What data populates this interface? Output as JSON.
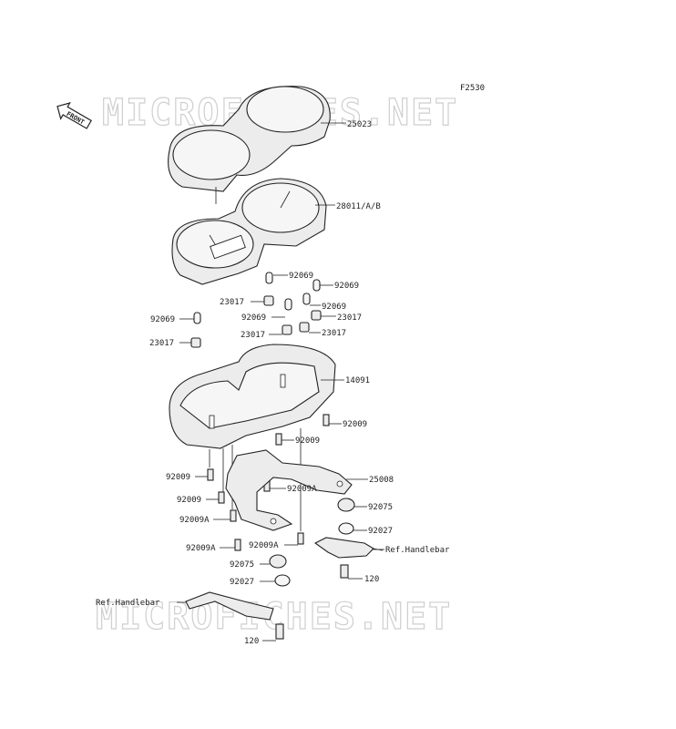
{
  "figure_code": "F2530",
  "front_badge": "FRONT",
  "watermark": "MICROFICHES.NET",
  "labels": {
    "l25023": "25023",
    "l28011": "28011/A/B",
    "l92069a": "92069",
    "l92069b": "92069",
    "l23017a": "23017",
    "l92069c": "92069",
    "l92069d": "92069",
    "l23017b": "23017",
    "l92069e": "92069",
    "l23017c": "23017",
    "l23017d": "23017",
    "l23017e": "23017",
    "l14091": "14091",
    "l92009a": "92009",
    "l92009b": "92009",
    "l92009c": "92009",
    "l25008": "25008",
    "l92009d": "92009",
    "l92009Aa": "92009A",
    "l92075a": "92075",
    "l92009Ab": "92009A",
    "l92027a": "92027",
    "l92009Ac": "92009A",
    "l92009Ad": "92009A",
    "lrefa": "Ref.Handlebar",
    "l92075b": "92075",
    "l120a": "120",
    "l92027b": "92027",
    "lrefb": "Ref.Handlebar",
    "l120b": "120"
  }
}
